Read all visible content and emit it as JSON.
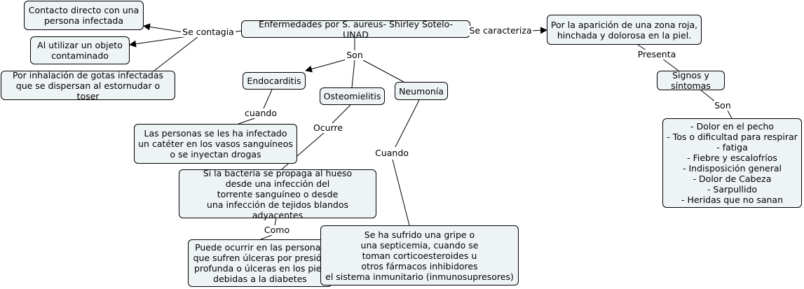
{
  "nodes": {
    "title": "Enfermedades por S. aureus- Shirley Sotelo- UNAD",
    "contacto": "Contacto directo con una\npersona infectada",
    "objeto": "Al utilizar un objeto\ncontaminado",
    "inhalacion": "Por inhalación de gotas infectadas\nque se dispersan al estornudar o toser",
    "endocarditis": "Endocarditis",
    "osteomielitis": "Osteomielitis",
    "neumonia": "Neumonía",
    "endo_desc": "Las personas se les ha infectado\nun catéter en los vasos sanguíneos\no se inyectan drogas",
    "osteo_desc": "Si la bacteria se propaga al hueso\ndesde una infección del\ntorrente sanguíneo o desde\nuna infección de tejidos blandos adyacentes",
    "osteo_como": "Puede ocurrir en las personas\nque sufren úlceras por presión\nprofunda o úlceras en los pies\ndebidas a la diabetes",
    "neumo_desc": "Se ha sufrido una gripe o\nuna septicemia, cuando se\ntoman corticoesteroides u\notros fármacos inhibidores\nel sistema inmunitario (inmunosupresores)",
    "caracteriza": "Por la aparición de una zona roja,\nhinchada y dolorosa en la piel.",
    "signos": "Signos y síntomas",
    "sintomas": "- Dolor en el pecho\n- Tos o dificultad para respirar\n- fatiga\n- Fiebre y escalofríos\n- Indisposición general\n- Dolor de Cabeza\n- Sarpullido\n- Heridas que no sanan"
  },
  "links": {
    "se_contagia": "Se contagia",
    "son_main": "Son",
    "se_caracteriza": "Se caracteriza",
    "presenta": "Presenta",
    "son_signos": "Son",
    "cuando_endo": "cuando",
    "ocurre": "Ocurre",
    "cuando_neumo": "Cuando",
    "como": "Como"
  },
  "colors": {
    "node_fill": "#eef3f6",
    "line": "#000000"
  }
}
